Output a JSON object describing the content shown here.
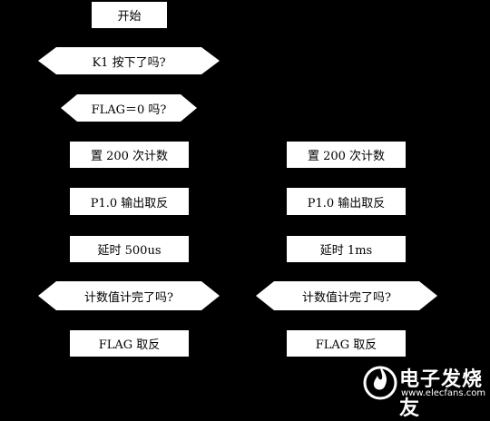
{
  "flowchart": {
    "start": "开始",
    "check_k1": "K1 按下了吗?",
    "check_flag": "FLAG＝0 吗?",
    "left_branch": {
      "set_count": "置 200 次计数",
      "invert_p10": "P1.0 输出取反",
      "delay": "延时 500us",
      "check_done": "计数值计完了吗?",
      "invert_flag": "FLAG 取反"
    },
    "right_branch": {
      "set_count": "置 200 次计数",
      "invert_p10": "P1.0 输出取反",
      "delay": "延时 1ms",
      "check_done": "计数值计完了吗?",
      "invert_flag": "FLAG 取反"
    }
  },
  "watermark": {
    "brand": "电子发烧友",
    "url": "www.elecfans.com",
    "icon": "flame-logo-icon"
  }
}
